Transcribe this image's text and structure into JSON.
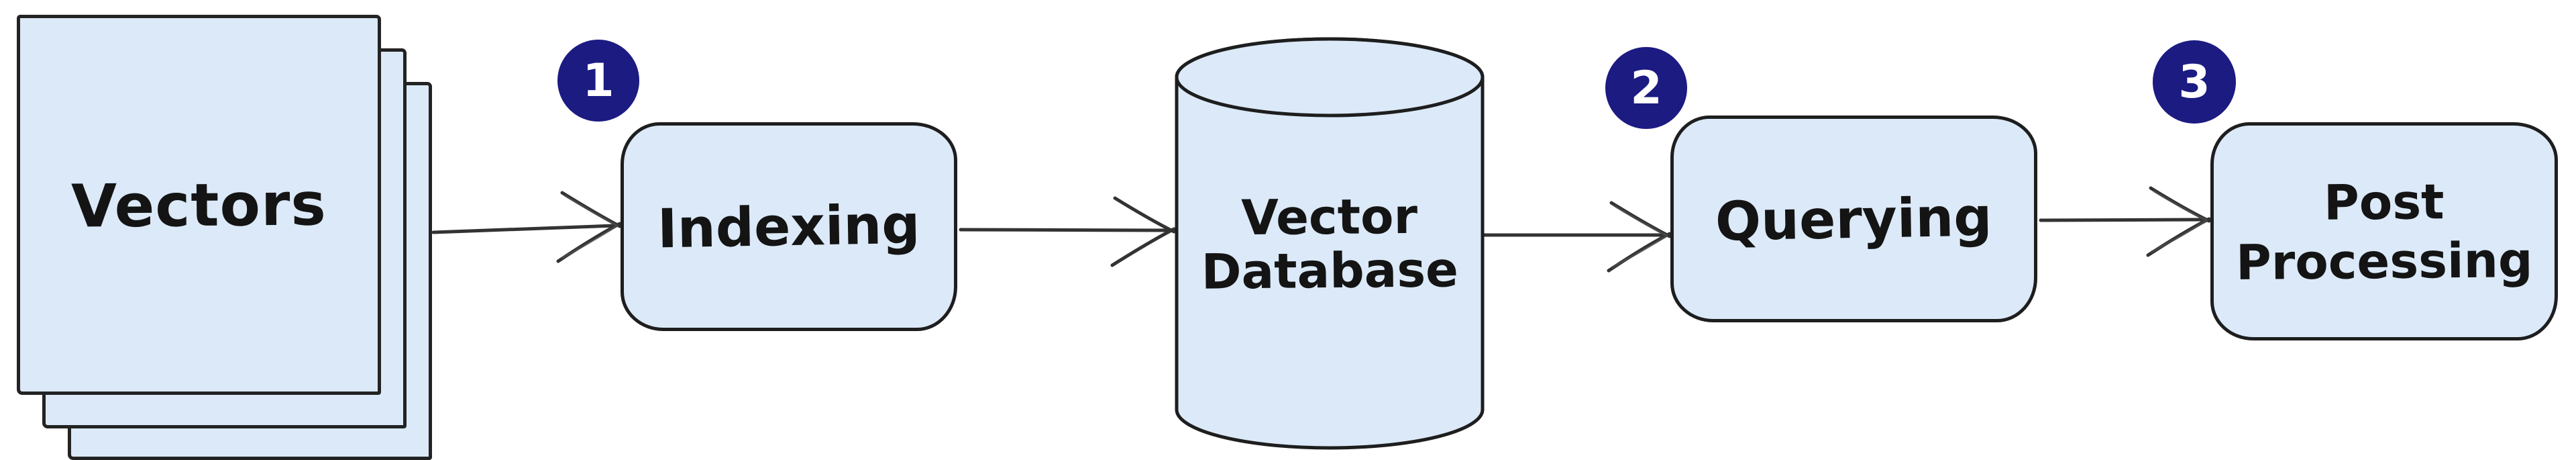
{
  "diagram": {
    "nodes": {
      "vectors": {
        "label": "Vectors",
        "shape": "stacked-pages"
      },
      "indexing": {
        "label": "Indexing",
        "badge": "1",
        "shape": "rounded-rect"
      },
      "vector_database": {
        "line1": "Vector",
        "line2": "Database",
        "shape": "cylinder"
      },
      "querying": {
        "label": "Querying",
        "badge": "2",
        "shape": "rounded-rect"
      },
      "post_processing": {
        "line1": "Post",
        "line2": "Processing",
        "badge": "3",
        "shape": "rounded-rect"
      }
    },
    "edges": [
      {
        "from": "vectors",
        "to": "indexing"
      },
      {
        "from": "indexing",
        "to": "vector_database"
      },
      {
        "from": "vector_database",
        "to": "querying"
      },
      {
        "from": "querying",
        "to": "post_processing"
      }
    ],
    "colors": {
      "node_fill": "#dbe9f8",
      "node_stroke": "#1e1e1e",
      "badge_fill": "#1b1b82",
      "badge_text": "#ffffff",
      "arrow_stroke": "#333333",
      "background": "#ffffff"
    }
  }
}
